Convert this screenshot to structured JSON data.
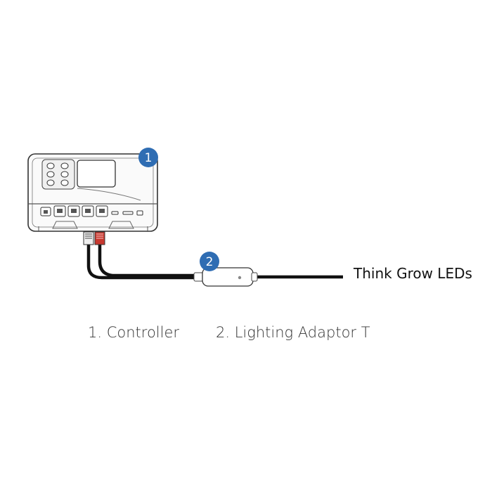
{
  "badges": {
    "controller": "1",
    "adaptor": "2"
  },
  "led_label": "Think Grow LEDs",
  "legend": {
    "item1": "1. Controller",
    "item2": "2.  Lighting Adaptor T"
  },
  "colors": {
    "badge": "#2f6db3",
    "cable": "#111111",
    "connector_red": "#c8382f",
    "device_outline": "#333333"
  }
}
